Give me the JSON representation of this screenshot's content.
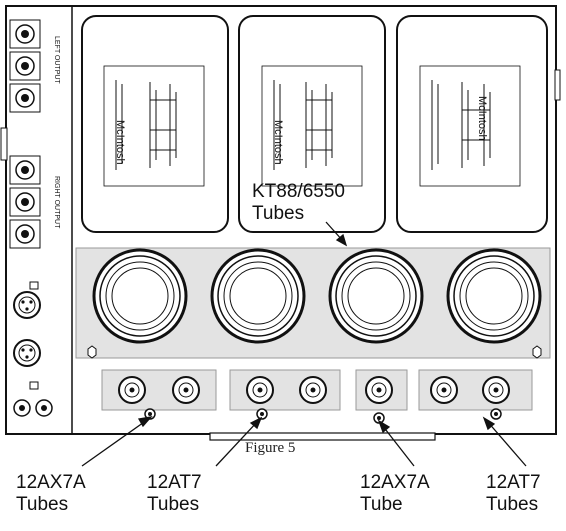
{
  "figure": {
    "caption": "Figure 5",
    "callouts": {
      "kt88_l1": "KT88/6550",
      "kt88_l2": "Tubes",
      "v_12ax7a_left_l1": "12AX7A",
      "v_12ax7a_left_l2": "Tubes",
      "v_12at7_left_l1": "12AT7",
      "v_12at7_left_l2": "Tubes",
      "v_12ax7a_mid_l1": "12AX7A",
      "v_12ax7a_mid_l2": "Tube",
      "v_12at7_right_l1": "12AT7",
      "v_12at7_right_l2": "Tubes"
    },
    "transformer_plates": {
      "left": "McIntosh",
      "middle": "McIntosh",
      "right": "McIntosh"
    },
    "rear_panel_labels": {
      "left_output": "LEFT OUTPUT",
      "right_output": "RIGHT OUTPUT"
    },
    "colors": {
      "tube_area": "#e3e3e3",
      "chassis_line": "#111111",
      "background": "#ffffff"
    }
  }
}
